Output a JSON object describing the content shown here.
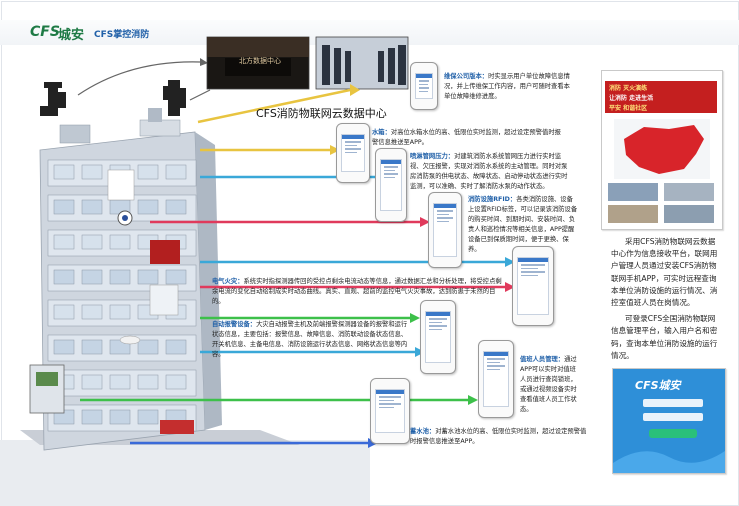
{
  "colors": {
    "brand_green": "#1e7a45",
    "brand_blue": "#2060a8",
    "title_orange": "#c8571a",
    "arrow_yellow": "#e8c440",
    "arrow_cyan": "#3aa8d8",
    "arrow_red": "#e03a5c",
    "arrow_green": "#3dc04a",
    "arrow_blue": "#3a6ad8"
  },
  "header": {
    "logo_latin": "CFS",
    "logo_chinese": "城安",
    "slogan": "CFS掌控消防"
  },
  "data_center": {
    "sign_text": "北方数据中心",
    "caption": "CFS消防物联网云数据中心"
  },
  "callouts": [
    {
      "title": "维保公司版本：",
      "text": "时实显示用户单位故障信息情况，并上传维保工作内容，用户可随时查看本单位故障维修进度。"
    },
    {
      "title": "水箱：",
      "text": "对高位水箱水位的高、低限位实时监测，超过设定预警值时报警信息推送至APP。"
    },
    {
      "title": "喷淋管网压力：",
      "text": "对建筑消防水系统管网压力进行实时监视、欠压报警，实现对消防水系统的主动管理。同时对泵房消防泵的供电状态、故障状态、启动停动状态进行实时监测，可以准确、实时了解消防水泵的动作状态。"
    },
    {
      "title": "消防设施RFID：",
      "text": "各类消防设施、设备上设置RFID标签，可以记录该消防设备的购买时间、到期时间、安装时间、负责人和巡检情况等相关信息，APP提醒设备已到保质期时间，便于更换、保养。"
    },
    {
      "title": "电气火灾：",
      "text": "系统实时指探测器传回的受控点剩余电流动态等信息，通过数据汇总和分析处理，将受控点剩余电流的变化自动绘制成实时动态曲线。真实、直观、超前的监控电气火灾事故，达到防患于未然的目的。"
    },
    {
      "title": "自动报警设备：",
      "text": "大灾自动报警主机及前端报警探测器设备的报警和运行状态信息，主要包括：报警信息、故障信息、消防联动设备状态信息、开关机信息、主备电信息、消防设施运行状态信息、网络状态信息等内容。"
    },
    {
      "title": "值班人员管理：",
      "text": "通过APP可以实时对值班人员进行查岗锁班，或通过视频设备实时查看值班人员工作状态。"
    },
    {
      "title": "蓄水池：",
      "text": "对蓄水池水位的高、低限位实时监测，超过设定预警值时报警信息推送至APP。"
    }
  ],
  "side_description": [
    "采用CFS消防物联网云数据中心作为信息接收平台，联网用户管理人员通过安装CFS消防物联网手机APP，可实时远程查询本单位消防设施的运行情况、消控室值班人员在岗情况。",
    "可登录CFS全国消防物联网信息管理平台，输入用户名和密码，查询本单位消防设施的运行情况。"
  ],
  "banner": {
    "line1": "消防 灭火演练",
    "line2": "让消防 走进生活",
    "line3": "平安 和谐社区"
  },
  "app_screen": {
    "logo": "CFS城安"
  }
}
